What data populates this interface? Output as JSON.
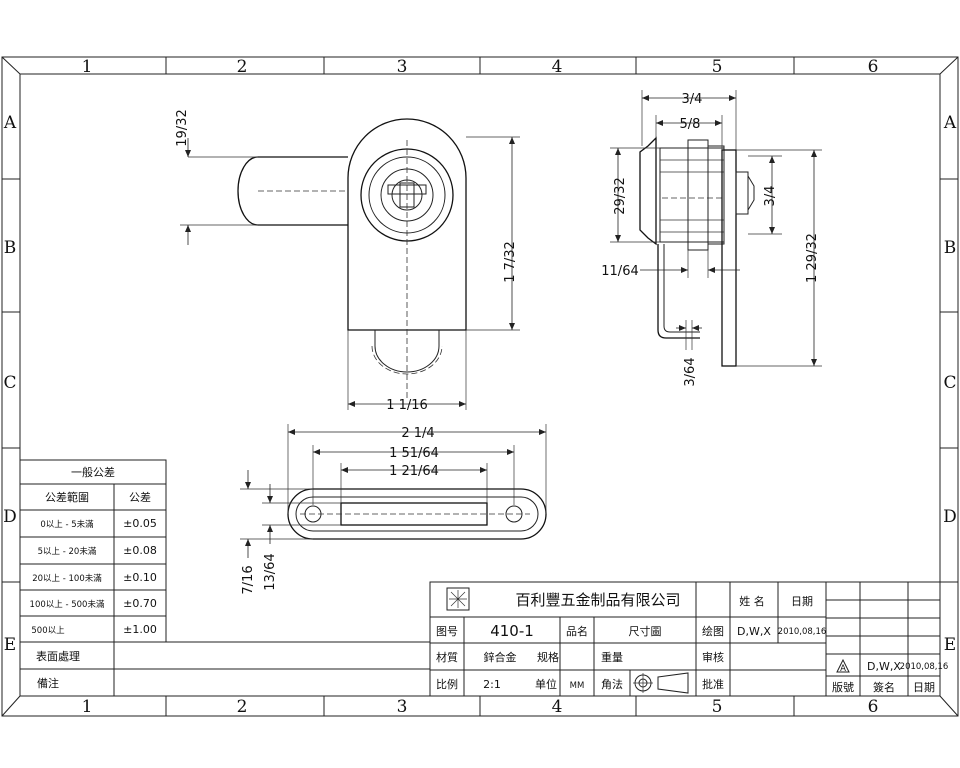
{
  "grid": {
    "columns": [
      "1",
      "2",
      "3",
      "4",
      "5",
      "6"
    ],
    "rows": [
      "A",
      "B",
      "C",
      "D",
      "E"
    ]
  },
  "dimensions": {
    "front_top": "19/32",
    "front_height": "1 7/32",
    "front_width": "1 1/16",
    "side_w1": "3/4",
    "side_w2": "5/8",
    "side_h1": "29/32",
    "side_h2": "3/4",
    "side_h3": "1 29/32",
    "side_gap": "11/64",
    "side_thk": "3/64",
    "plate_w1": "2 1/4",
    "plate_w2": "1 51/64",
    "plate_w3": "1 21/64",
    "plate_h1": "7/16",
    "plate_h2": "13/64"
  },
  "tolerance": {
    "title": "一般公差",
    "header_range": "公差範圍",
    "header_tol": "公差",
    "rows": [
      {
        "range": "0以上 - 5未滿",
        "tol": "±0.05"
      },
      {
        "range": "5以上 - 20未滿",
        "tol": "±0.08"
      },
      {
        "range": "20以上 - 100未滿",
        "tol": "±0.10"
      },
      {
        "range": "100以上 - 500未滿",
        "tol": "±0.70"
      },
      {
        "range": "500以上",
        "tol": "±1.00"
      }
    ]
  },
  "notes": {
    "surface_label": "表面處理",
    "remark_label": "備注"
  },
  "title_block": {
    "company": "百利豐五金制品有限公司",
    "name_label": "姓 名",
    "date_label": "日期",
    "drawing_no_label": "图号",
    "drawing_no": "410-1",
    "part_name_label": "品名",
    "part_name": "尺寸圖",
    "drawn_label": "绘图",
    "drawn_by": "D,W,X",
    "drawn_date": "2010,08,16",
    "material_label": "材質",
    "material": "鋅合金",
    "spec_label": "规格",
    "weight_label": "重量",
    "check_label": "审核",
    "scale_label": "比例",
    "scale": "2:1",
    "unit_label": "单位",
    "unit": "MM",
    "angle_label": "角法",
    "approve_label": "批准"
  },
  "revision": {
    "mark": "A",
    "name": "D,W,X",
    "date": "2010,08,16",
    "rev_label": "版號",
    "signer_label": "簽名",
    "date_label": "日期"
  }
}
